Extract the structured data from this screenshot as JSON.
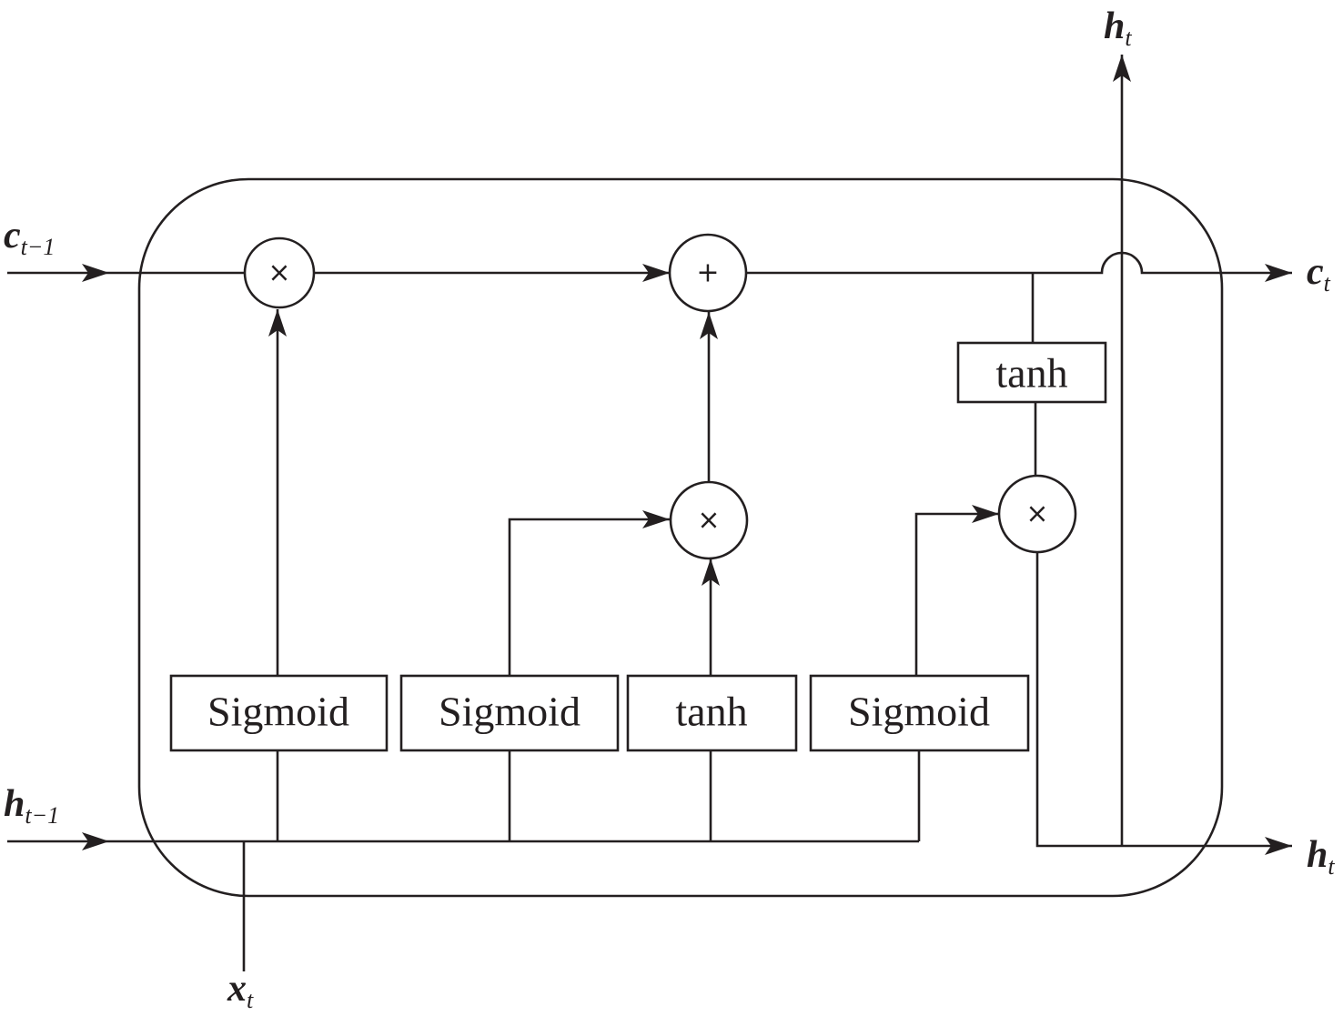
{
  "inputs": {
    "c_prev": {
      "main": "c",
      "sub": "t−1"
    },
    "h_prev": {
      "main": "h",
      "sub": "t−1"
    },
    "x": {
      "main": "x",
      "sub": "t"
    }
  },
  "outputs": {
    "c": {
      "main": "c",
      "sub": "t"
    },
    "h_right": {
      "main": "h",
      "sub": "t"
    },
    "h_top": {
      "main": "h",
      "sub": "t"
    }
  },
  "gates": {
    "forget": "Sigmoid",
    "input": "Sigmoid",
    "candidate": "tanh",
    "output": "Sigmoid",
    "cell_tanh": "tanh"
  },
  "operators": {
    "forget_mul": "×",
    "add": "+",
    "input_mul": "×",
    "output_mul": "×"
  }
}
